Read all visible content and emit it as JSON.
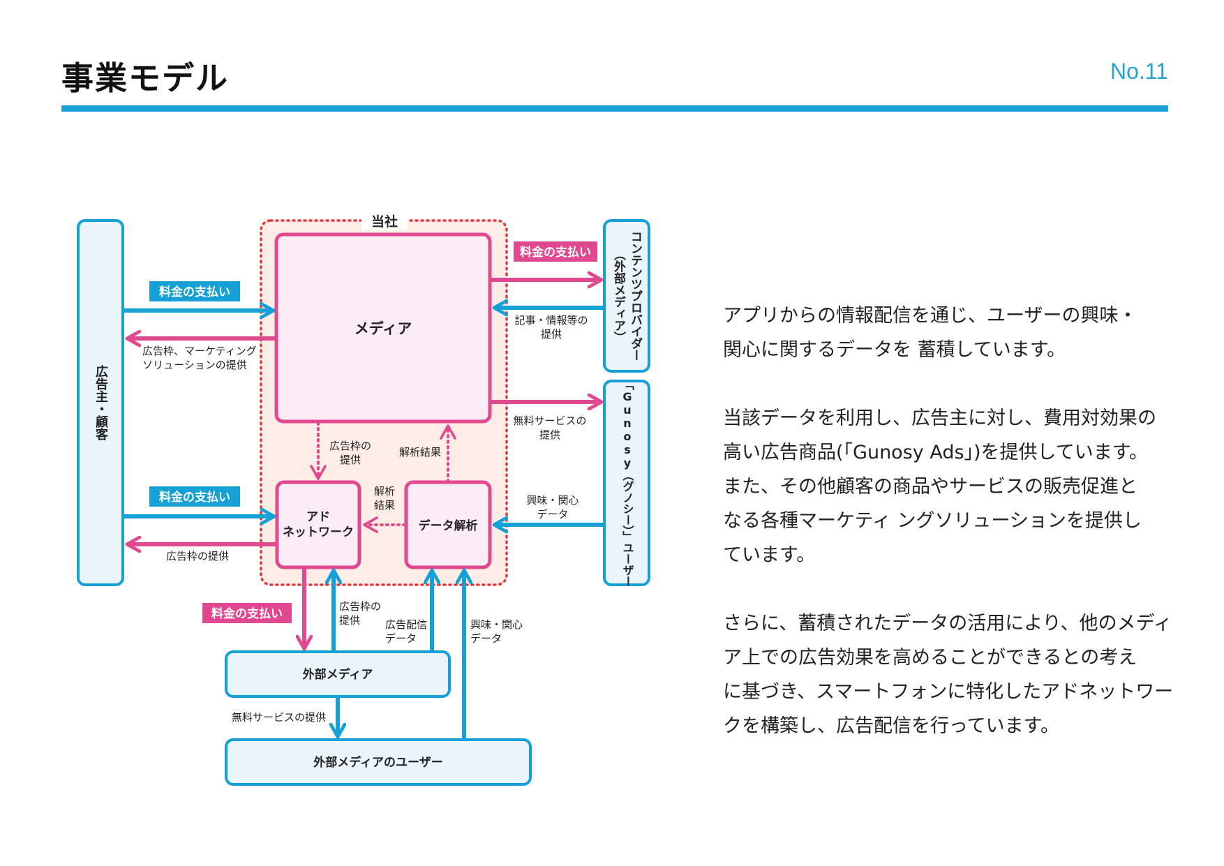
{
  "header": {
    "title": "事業モデル",
    "page_number": "No.11"
  },
  "colors": {
    "pink": "#e0488f",
    "blue": "#15a0d6",
    "pink_fill": "#fcedf4",
    "blue_fill": "#eaf5fb",
    "zone_fill": "#fdede6",
    "zone_border": "#e23a3a"
  },
  "diagram": {
    "company_label": "当社",
    "nodes": {
      "advertiser": "広告主・顧客",
      "media": "メディア",
      "ad_network_line1": "アド",
      "ad_network_line2": "ネットワーク",
      "data_analysis": "データ解析",
      "content_provider_line1": "コンテンツプロバイダー",
      "content_provider_line2": "（外部メディア）",
      "gunosy_user": "「Gunosy（グノシー）」ユーザー",
      "external_media": "外部メディア",
      "external_media_users": "外部メディアのユーザー"
    },
    "badges": {
      "payment_adv_media": "料金の支払い",
      "payment_adv_adnet": "料金の支払い",
      "payment_media_cp": "料金の支払い",
      "payment_adnet_ext": "料金の支払い"
    },
    "labels": {
      "ad_space_marketing_line1": "広告枠、マーケティング",
      "ad_space_marketing_line2": "ソリューションの提供",
      "ad_space_to_adv": "広告枠の提供",
      "articles_line1": "記事・情報等の",
      "articles_line2": "提供",
      "free_service_line1": "無料サービスの",
      "free_service_line2": "提供",
      "ad_space_media_line1": "広告枠の",
      "ad_space_media_line2": "提供",
      "analysis_result_up": "解析結果",
      "analysis_result_left_line1": "解析",
      "analysis_result_left_line2": "結果",
      "interest_user_line1": "興味・関心",
      "interest_user_line2": "データ",
      "ad_space_ext_line1": "広告枠の",
      "ad_space_ext_line2": "提供",
      "ad_delivery_line1": "広告配信",
      "ad_delivery_line2": "データ",
      "interest_ext_line1": "興味・関心",
      "interest_ext_line2": "データ",
      "free_service_ext": "無料サービスの提供"
    }
  },
  "description": {
    "paragraphs": [
      "アプリからの情報配信を通じ、ユーザーの興味・\n関心に関するデータを 蓄積しています。",
      "当該データを利用し、広告主に対し、費用対効果の\n高い広告商品(「Gunosy Ads」)を提供しています。\nまた、その他顧客の商品やサービスの販売促進と\nなる各種マーケティ ングソリューションを提供し\nています。",
      "さらに、蓄積されたデータの活用により、他のメディ\nア上での広告効果を高めることができるとの考え\nに基づき、スマートフォンに特化したアドネットワー\nクを構築し、広告配信を行っています。"
    ]
  }
}
